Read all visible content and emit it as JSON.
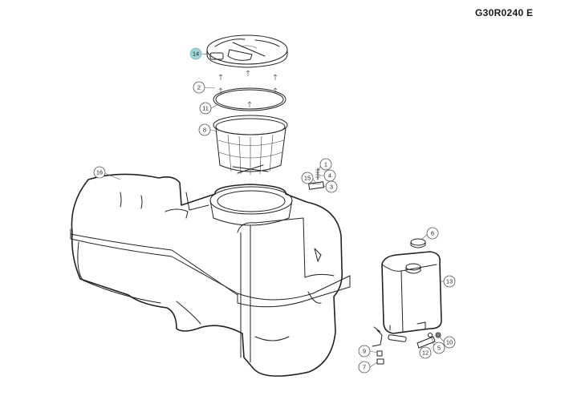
{
  "header": {
    "drawing_code": "G30R0240",
    "revision": "E"
  },
  "parts": [
    {
      "id": "p14",
      "label": "14",
      "highlight": true
    },
    {
      "id": "p2",
      "label": "2"
    },
    {
      "id": "p11",
      "label": "11"
    },
    {
      "id": "p8",
      "label": "8"
    },
    {
      "id": "p16",
      "label": "16"
    },
    {
      "id": "p1",
      "label": "1"
    },
    {
      "id": "p15",
      "label": "15"
    },
    {
      "id": "p4",
      "label": "4"
    },
    {
      "id": "p3",
      "label": "3"
    },
    {
      "id": "p6",
      "label": "6"
    },
    {
      "id": "p13",
      "label": "13"
    },
    {
      "id": "p10",
      "label": "10"
    },
    {
      "id": "p5",
      "label": "5"
    },
    {
      "id": "p12",
      "label": "12"
    },
    {
      "id": "p9",
      "label": "9"
    },
    {
      "id": "p7",
      "label": "7"
    }
  ],
  "colors": {
    "highlight": "#9fd3d6",
    "line": "#222222"
  }
}
